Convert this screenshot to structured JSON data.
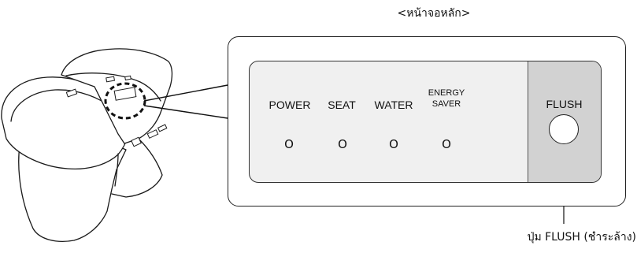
{
  "title": "<หน้าจอหลัก>",
  "indicators": [
    {
      "label": "POWER",
      "value": "O"
    },
    {
      "label": "SEAT",
      "value": "O"
    },
    {
      "label": "WATER",
      "value": "O"
    },
    {
      "label_line1": "ENERGY",
      "label_line2": "SAVER",
      "value": "O"
    }
  ],
  "flush": {
    "label": "FLUSH"
  },
  "callout": {
    "text": "ปุ่ม FLUSH (ชำระล้าง)"
  },
  "colors": {
    "panel_bg": "#f0f0f0",
    "flush_bg": "#d2d2d2",
    "line": "#222222"
  }
}
